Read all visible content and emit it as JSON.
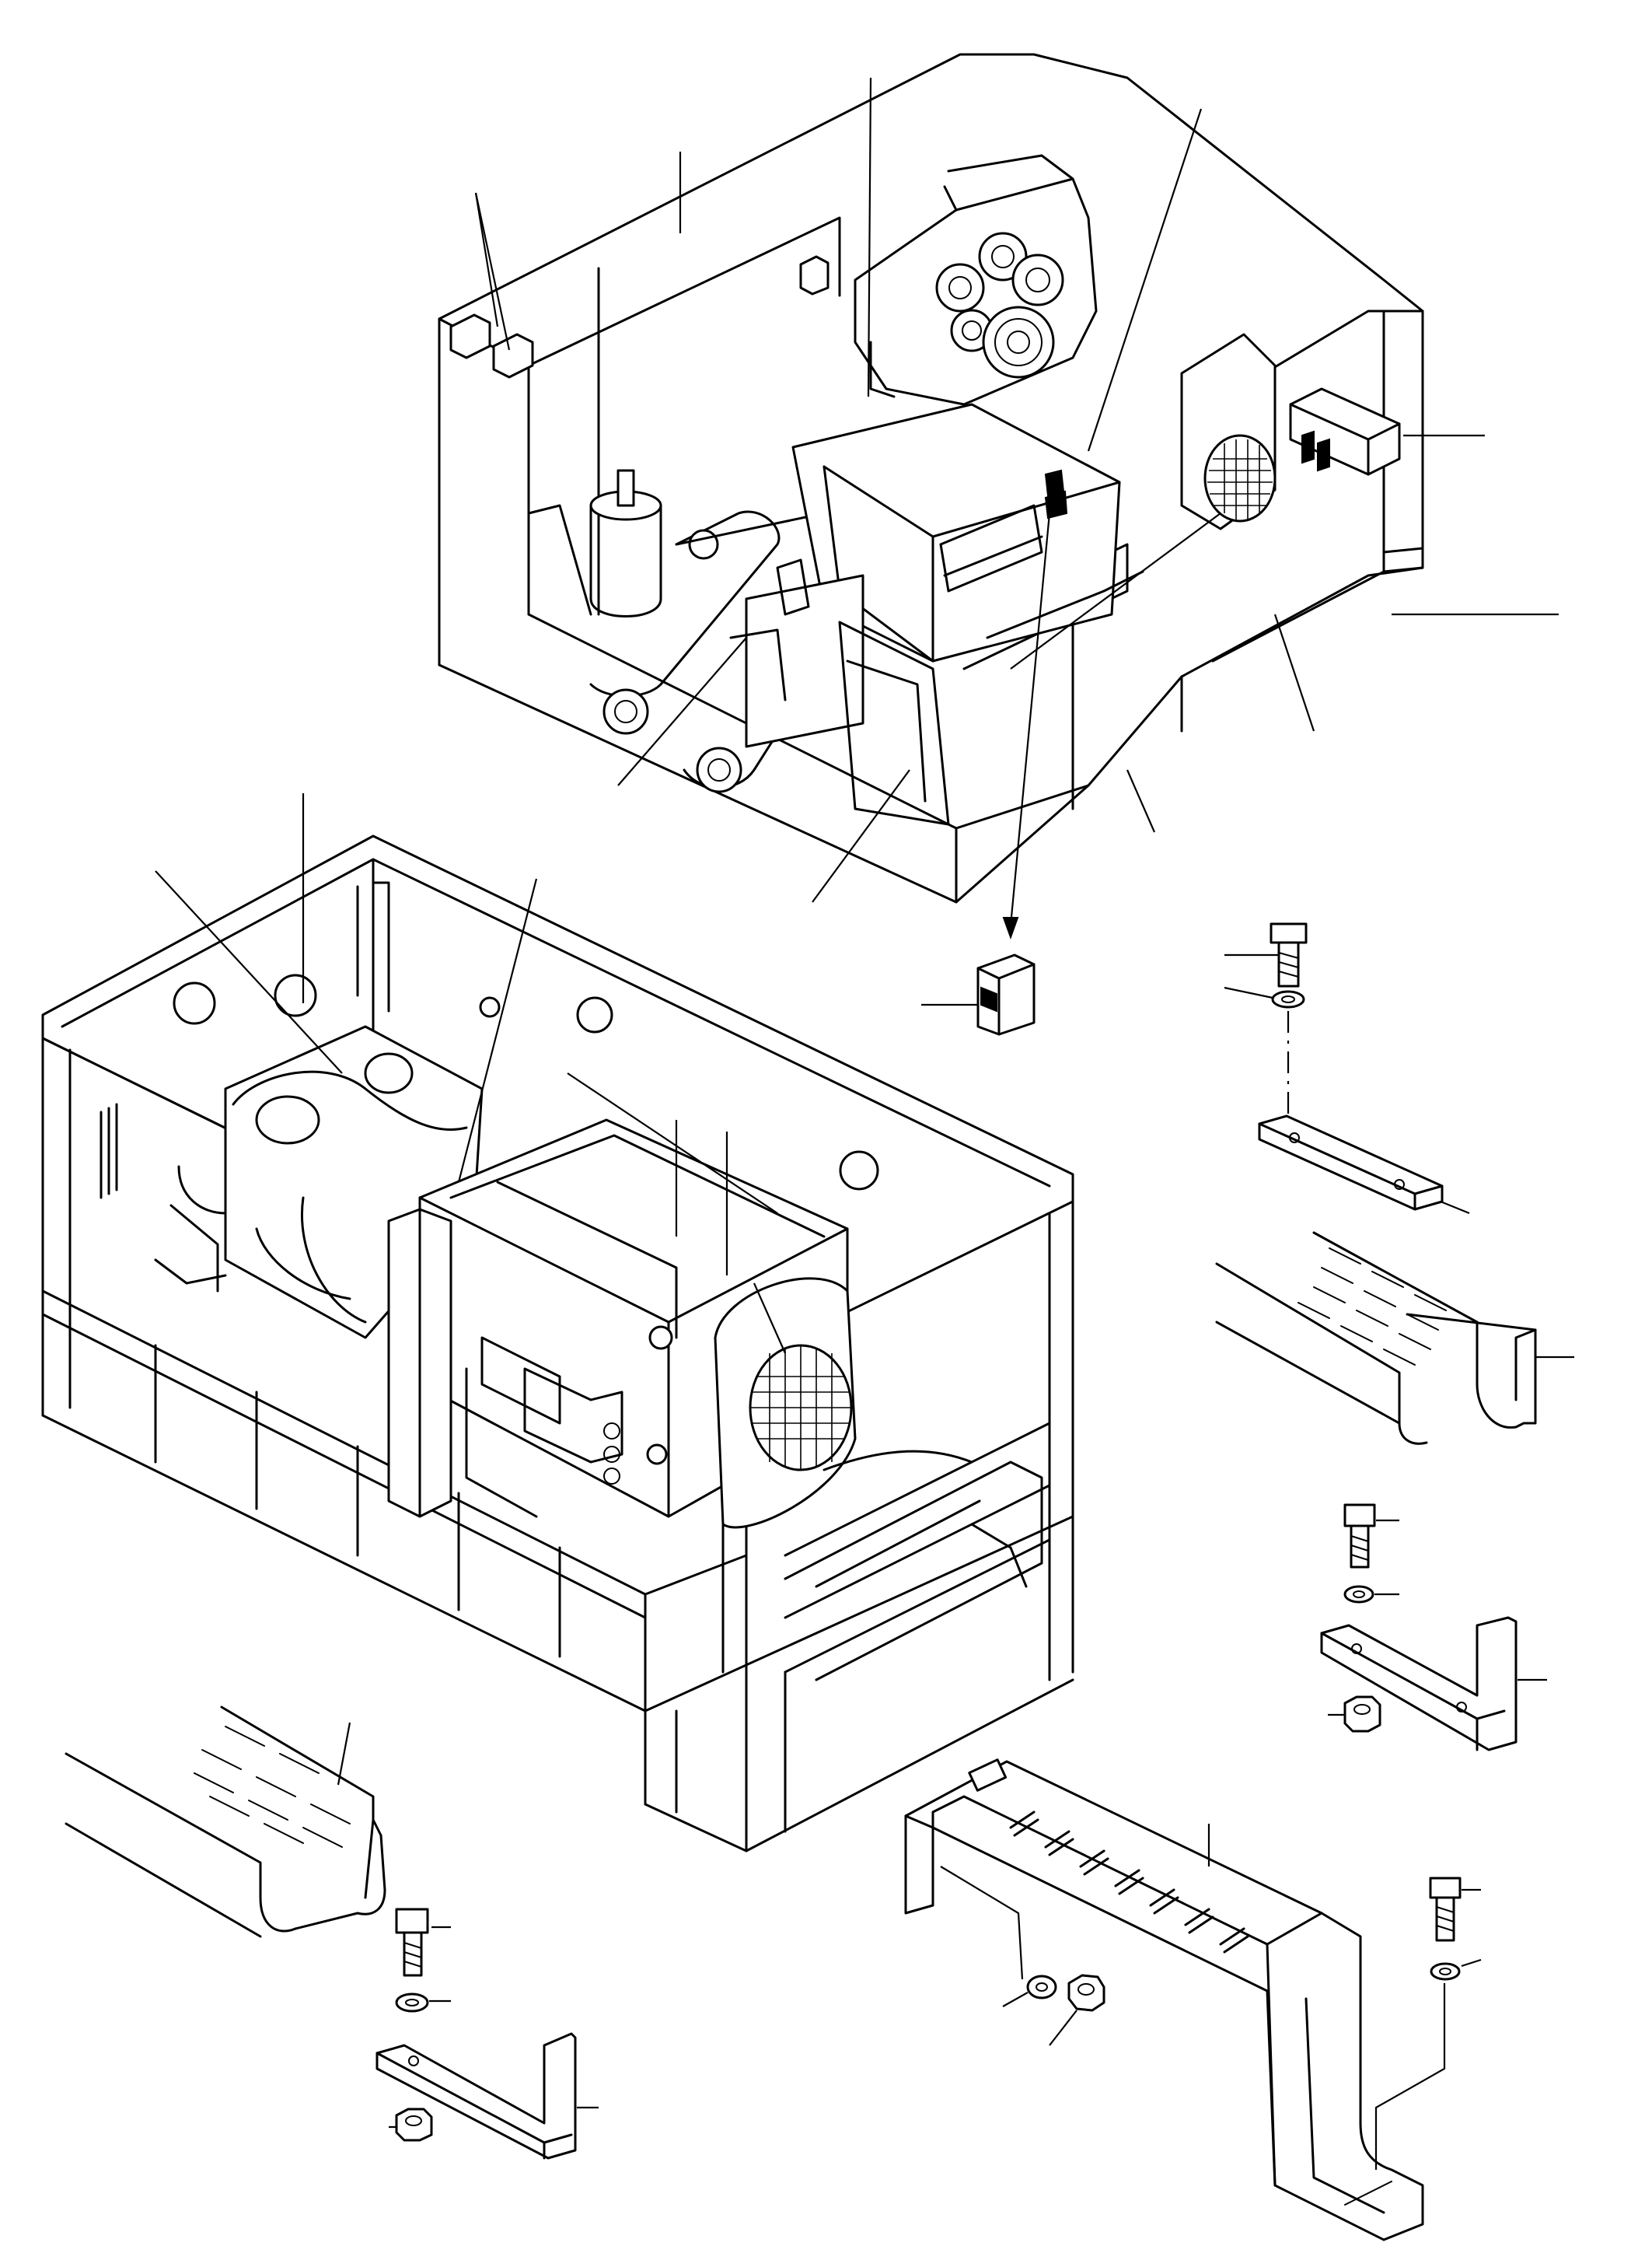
{
  "figure": {
    "type": "exploded parts illustration",
    "background": "#ffffff",
    "line_color": "#000000",
    "text_labels": []
  },
  "assemblies": [
    {
      "name": "engine-cover-assembly"
    },
    {
      "name": "generator-frame-assembly"
    }
  ],
  "hardware": [
    {
      "name": "bolt"
    },
    {
      "name": "washer"
    },
    {
      "name": "nut"
    },
    {
      "name": "flat-bracket"
    },
    {
      "name": "angle-bracket"
    },
    {
      "name": "perforated-channel"
    },
    {
      "name": "perforated-mounting-bracket"
    },
    {
      "name": "connector-block"
    }
  ]
}
